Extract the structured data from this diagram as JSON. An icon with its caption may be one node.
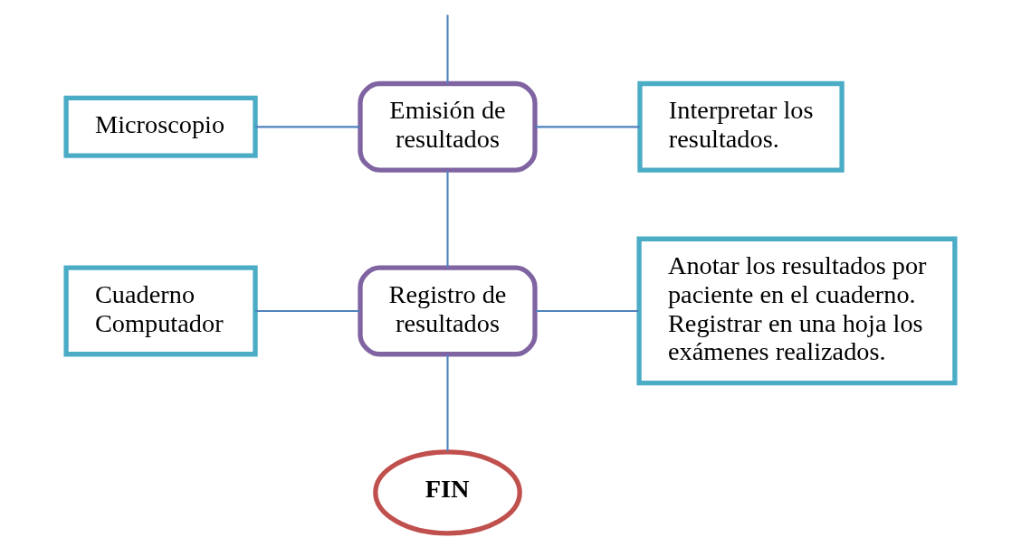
{
  "diagram": {
    "nodes": [
      {
        "text": [
          "Emisión de resultados"
        ]
      },
      {
        "text": [
          "Microscopio"
        ]
      },
      {
        "text": [
          "Interpretar los resultados."
        ]
      },
      {
        "text": [
          "Registro de resultados"
        ]
      },
      {
        "text": [
          "Cuaderno",
          "Computador"
        ]
      },
      {
        "text": [
          "Anotar los resultados por paciente en el cuaderno.",
          "Registrar en una hoja los exámenes realizados."
        ]
      },
      {
        "text": [
          "FIN"
        ]
      }
    ],
    "edges": [
      {
        "from": null,
        "to": 0,
        "arrow": "none"
      },
      {
        "from": 1,
        "to": 0,
        "arrow": "none"
      },
      {
        "from": 0,
        "to": 2,
        "arrow": "none"
      },
      {
        "from": 0,
        "to": 3,
        "arrow": "none"
      },
      {
        "from": 4,
        "to": 3,
        "arrow": "none"
      },
      {
        "from": 3,
        "to": 5,
        "arrow": "none"
      },
      {
        "from": 3,
        "to": 6,
        "arrow": "none"
      }
    ]
  }
}
